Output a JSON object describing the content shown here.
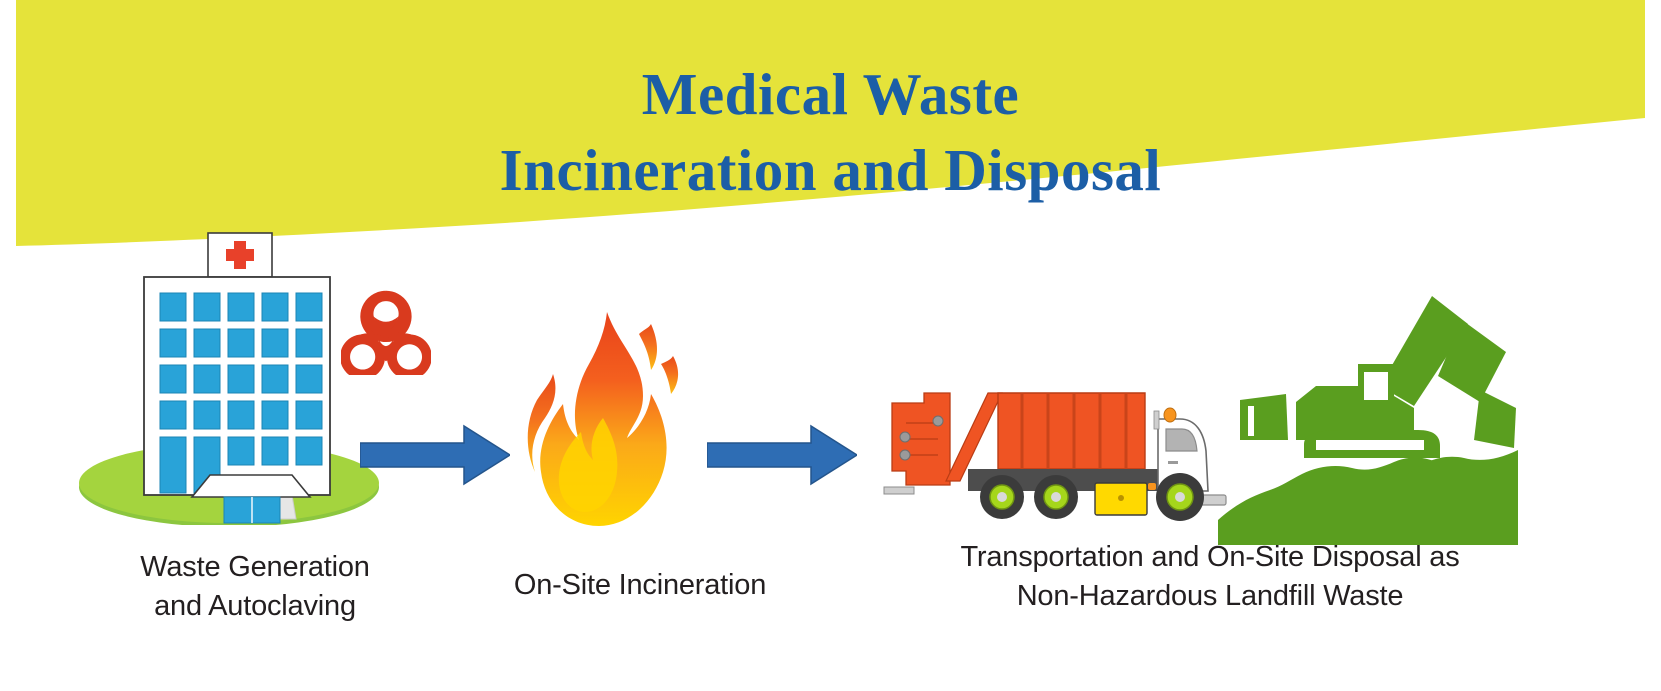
{
  "poster": {
    "title_lines": [
      "Medical Waste",
      "Incineration and Disposal"
    ],
    "title_color": "#1c5ea6",
    "banner_color": "#e5e33a",
    "background_color": "#ffffff"
  },
  "steps": [
    {
      "id": "step-1",
      "caption": "Waste Generation\nand Autoclaving",
      "icon": "hospital-building-icon",
      "secondary_icon": "biohazard-icon",
      "colors": {
        "building": "#ffffff",
        "window": "#29a3d8",
        "lawn": "#8cc63f",
        "cross": "#e8412a",
        "biohazard": "#d93a1e"
      }
    },
    {
      "id": "step-2",
      "caption": "On-Site Incineration",
      "icon": "flame-icon",
      "colors": {
        "flame_top": "#e8421a",
        "flame_mid": "#f47b20",
        "flame_bottom": "#ffd400"
      }
    },
    {
      "id": "step-3",
      "caption": "Transportation and On-Site Disposal as\nNon-Hazardous Landfill Waste",
      "icon": "garbage-truck-icon",
      "secondary_icon": "excavator-landfill-icon",
      "colors": {
        "truck_body": "#ef5423",
        "truck_chassis": "#4d4d4d",
        "truck_cab": "#ffffff",
        "toolbox": "#ffd900",
        "wheel_hub": "#a5d61b",
        "beacon": "#f7941e",
        "landfill": "#5a9e1f"
      }
    }
  ],
  "arrows": [
    {
      "id": "arrow-1",
      "direction": "right",
      "color": "#2e6db4"
    },
    {
      "id": "arrow-2",
      "direction": "right",
      "color": "#2e6db4"
    }
  ]
}
